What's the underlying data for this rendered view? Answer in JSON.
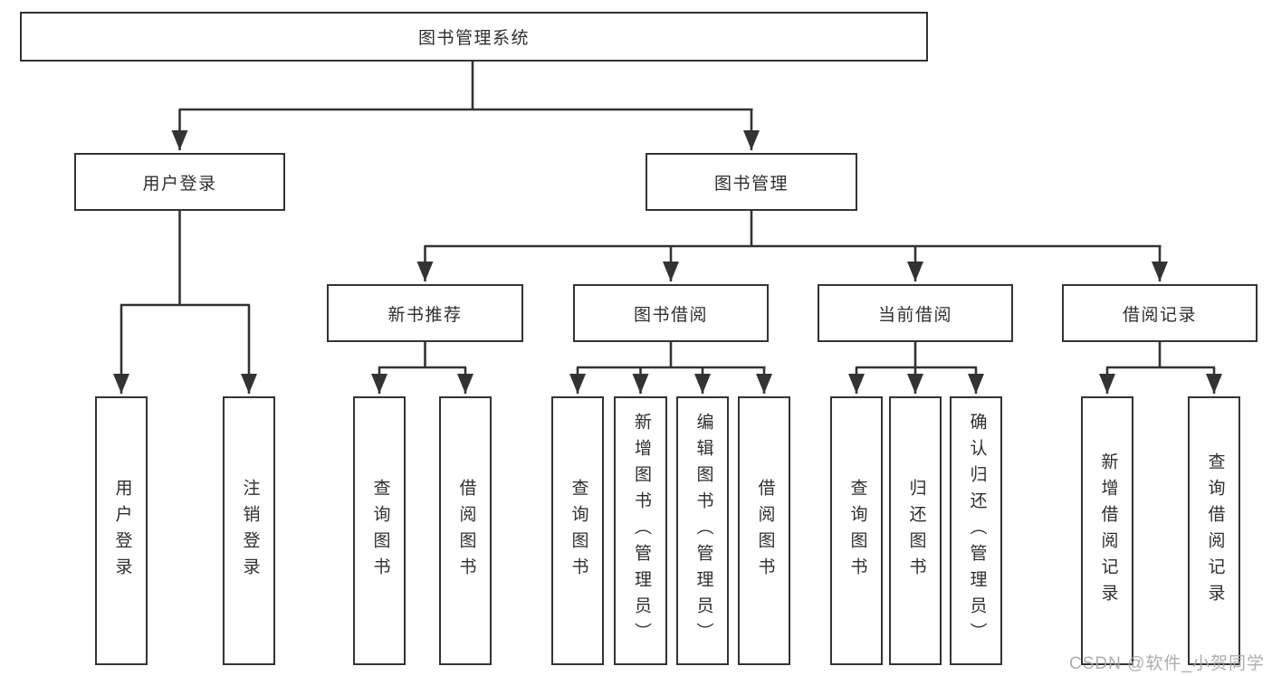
{
  "colors": {
    "line": "#333333",
    "text": "#2f2f2f",
    "background": "#ffffff",
    "watermark": "#a6a6a6"
  },
  "diagram": {
    "root": {
      "label": "图书管理系统"
    },
    "branches": {
      "user": {
        "label": "用户登录",
        "children": [
          "用户登录",
          "注销登录"
        ]
      },
      "books": {
        "label": "图书管理",
        "sections": {
          "recommend": {
            "label": "新书推荐",
            "children": [
              "查询图书",
              "借阅图书"
            ]
          },
          "borrow": {
            "label": "图书借阅",
            "children": [
              "查询图书",
              "新增图书（管理员）",
              "编辑图书（管理员）",
              "借阅图书"
            ]
          },
          "current": {
            "label": "当前借阅",
            "children": [
              "查询图书",
              "归还图书",
              "确认归还（管理员）"
            ]
          },
          "records": {
            "label": "借阅记录",
            "children": [
              "新增借阅记录",
              "查询借阅记录"
            ]
          }
        }
      }
    },
    "watermark": "CSDN @软件_小贺同学"
  }
}
